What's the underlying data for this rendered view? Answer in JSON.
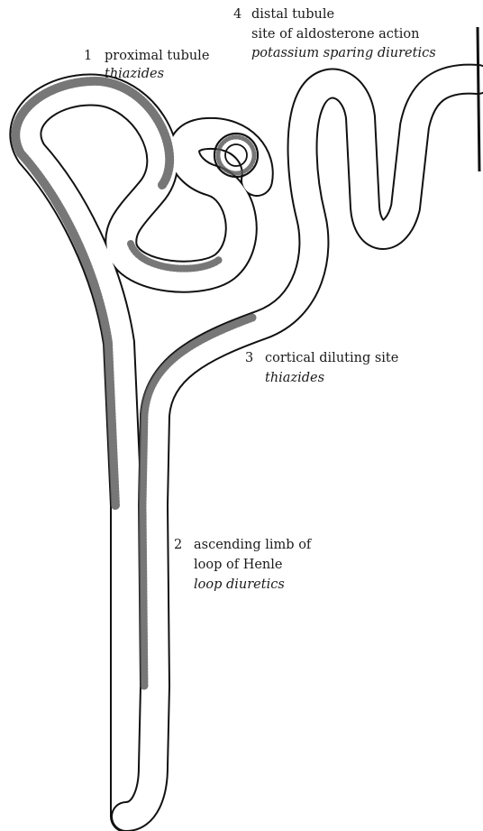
{
  "labels": {
    "proximal": {
      "number": "1",
      "name": "proximal tubule",
      "drug": "thiazides"
    },
    "ascending": {
      "number": "2",
      "name_line1": "ascending limb of",
      "name_line2": "loop of Henle",
      "drug": "loop diuretics"
    },
    "cortical": {
      "number": "3",
      "name": "cortical diluting site",
      "drug": "thiazides"
    },
    "distal": {
      "number": "4",
      "name": "distal tubule",
      "site": "site of aldosterone action",
      "drug": "potassium sparing diuretics"
    }
  }
}
